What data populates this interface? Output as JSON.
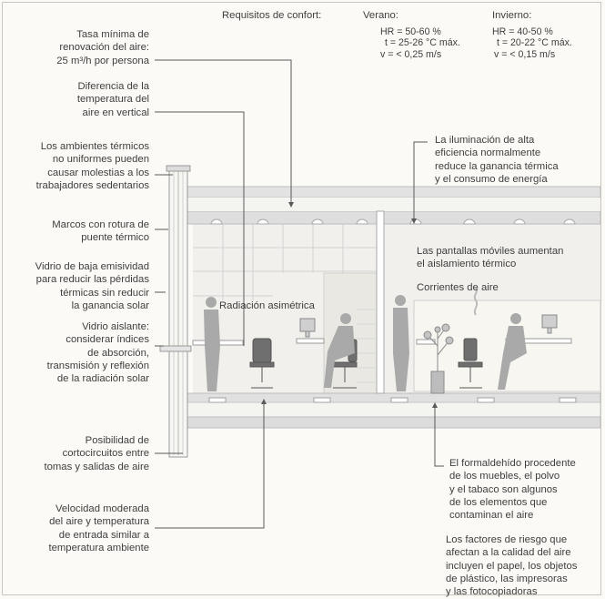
{
  "comfort": {
    "title": "Requisitos de confort:",
    "summer": {
      "title": "Verano:",
      "lines": [
        "HR = 50-60 %",
        "t = 25-26 °C máx.",
        "v = < 0,25 m/s"
      ]
    },
    "winter": {
      "title": "Invierno:",
      "lines": [
        "HR = 40-50 %",
        "t = 20-22 °C máx.",
        "v = < 0,15 m/s"
      ]
    }
  },
  "left_notes": [
    "Tasa mínima de\nrenovación del aire:\n25 m³/h por persona",
    "Diferencia de la\ntemperatura del\naire en vertical",
    "Los ambientes térmicos\nno uniformes pueden\ncausar molestias a los\ntrabajadores sedentarios",
    "Marcos con rotura de\npuente térmico",
    "Vidrio de baja emisividad\npara reducir las pérdidas\ntérmicas sin reducir\nla ganancia solar",
    "Vidrio aislante:\nconsiderar índices\nde absorción,\ntransmisión y reflexión\nde la radiación solar",
    "Posibilidad de\ncortocircuitos entre\ntomas y salidas de aire",
    "Velocidad moderada\ndel aire y temperatura\nde entrada similar a\ntemperatura ambiente"
  ],
  "right_notes": [
    "La iluminación de alta\neficiencia normalmente\nreduce la ganancia térmica\ny el consumo de energía",
    "Las pantallas móviles aumentan\nel aislamiento térmico",
    "El formaldehído procedente\nde los muebles, el polvo\ny el tabaco son algunos\nde los elementos que\ncontaminan el aire",
    "Los factores de riesgo que\nafectan a la calidad del aire\nincluyen el papel, los objetos\nde plástico, las impresoras\ny las fotocopiadoras"
  ],
  "interior_labels": {
    "radiation": "Radiación asimétrica",
    "air_currents": "Corrientes de aire"
  },
  "colors": {
    "ink": "#3e3e3e",
    "line": "#5a5a5a",
    "structure": "#cfcfcf",
    "wall": "#e6e6e6",
    "figure": "#a7a7a7"
  }
}
